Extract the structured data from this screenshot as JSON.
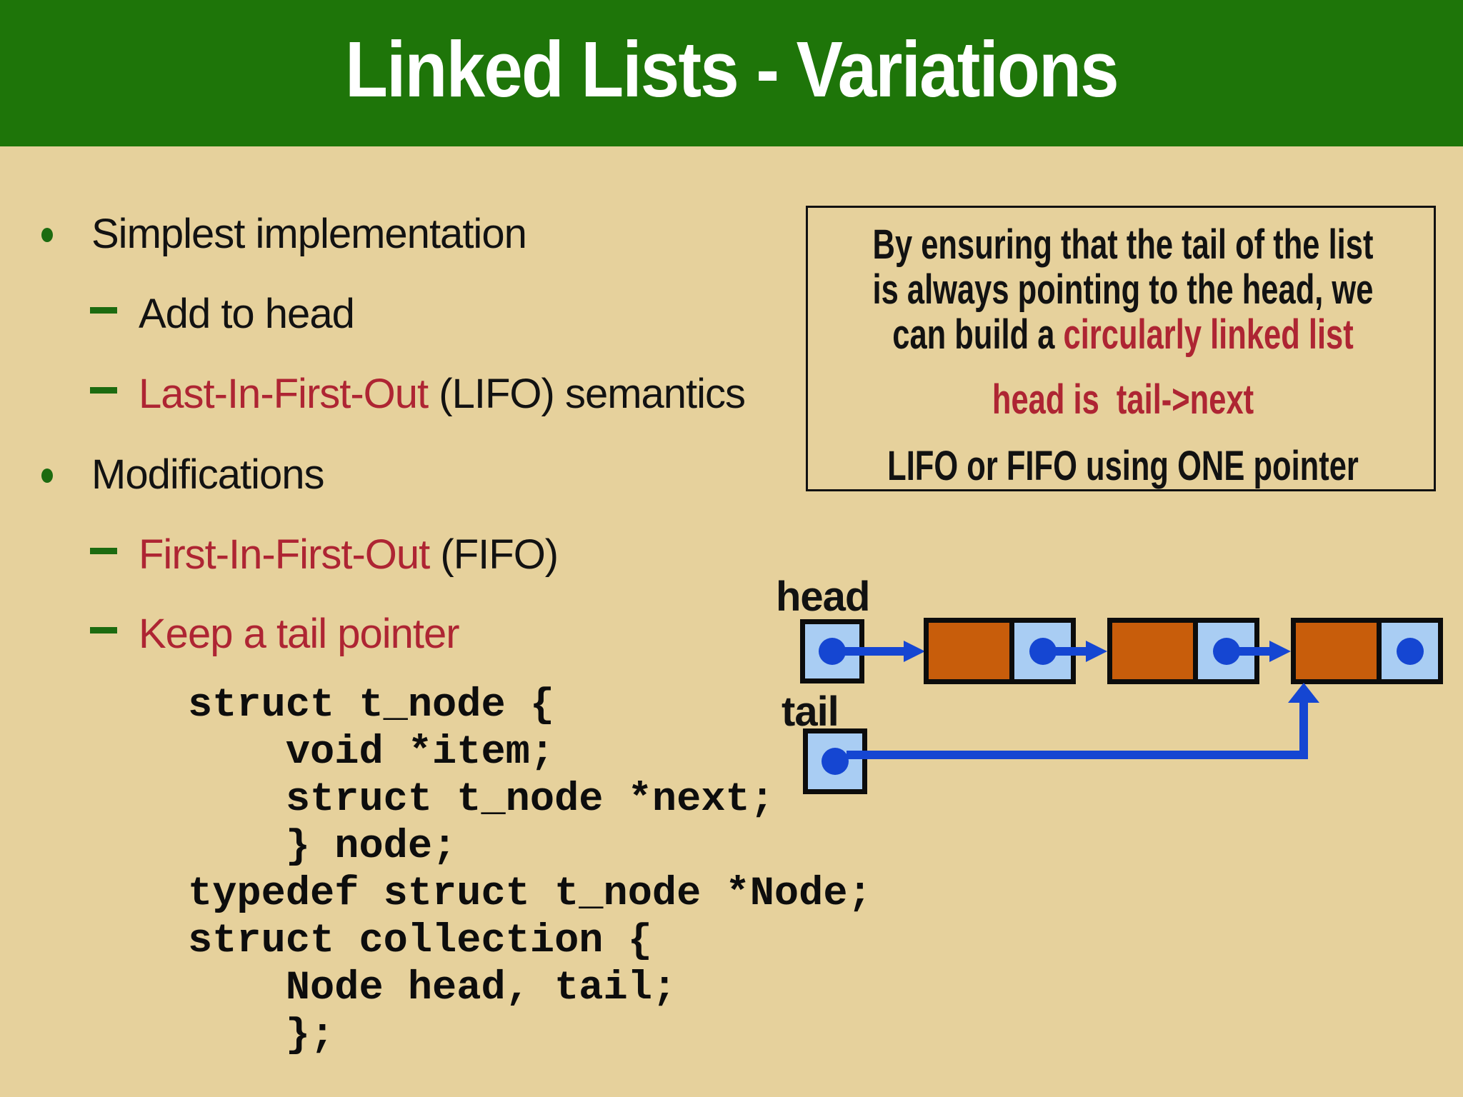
{
  "title": "Linked Lists - Variations",
  "bullets": {
    "item1": "Simplest implementation",
    "sub_add": "Add to head",
    "sub_lifo_red": "Last-In-First-Out",
    "sub_lifo_rest": " (LIFO) semantics",
    "item2": "Modifications",
    "sub_fifo_red": "First-In-First-Out",
    "sub_fifo_rest": " (FIFO)",
    "sub_tail_red": "Keep a tail pointer"
  },
  "code": {
    "lines": [
      "struct t_node {",
      "    void *item;",
      "    struct t_node *next;",
      "    } node;",
      "typedef struct t_node *Node;",
      "struct collection {",
      "    Node head, tail;",
      "    };"
    ]
  },
  "note_box": {
    "line1": "By ensuring that the tail of the list",
    "line2": "is always pointing to the head, we",
    "line3_black": "can build a ",
    "line3_red": "circularly linked list",
    "line4_red": "head is  tail->next",
    "line5": "LIFO or FIFO using ONE pointer"
  },
  "diagram": {
    "head_label": "head",
    "tail_label": "tail",
    "node_count": 3
  },
  "colors": {
    "header_green": "#1e7509",
    "background_tan": "#e6d19c",
    "accent_red": "#ae2533",
    "bullet_green": "#1d6b10",
    "node_orange": "#c85d0b",
    "pointer_light_blue": "#a9cdf3",
    "arrow_blue": "#1546d2",
    "text_black": "#121212"
  }
}
